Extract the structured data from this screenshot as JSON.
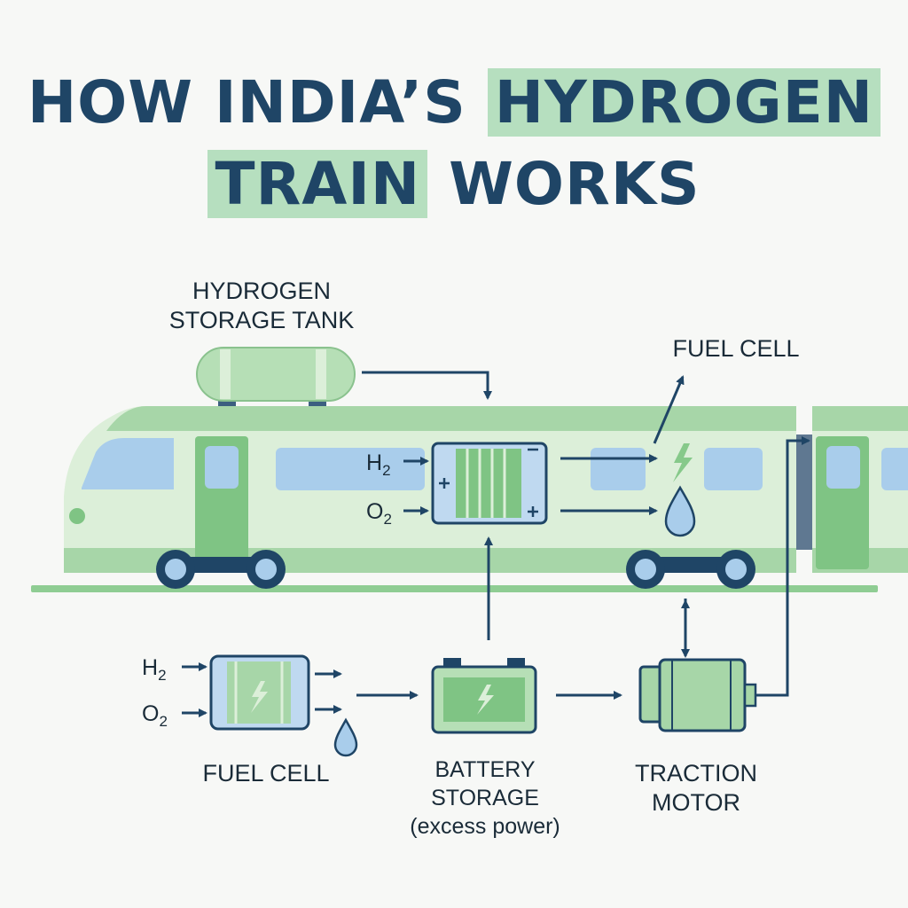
{
  "title": {
    "part1": "HOW INDIA’S ",
    "highlight1": "HYDROGEN",
    "highlight2": "TRAIN",
    "part2": " WORKS"
  },
  "labels": {
    "hydrogen_tank_line1": "HYDROGEN",
    "hydrogen_tank_line2": "STORAGE TANK",
    "fuel_cell_top": "FUEL CELL",
    "fuel_cell_bottom": "FUEL CELL",
    "battery_line1": "BATTERY",
    "battery_line2": "STORAGE",
    "battery_line3": "(excess power)",
    "motor_line1": "TRACTION",
    "motor_line2": "MOTOR"
  },
  "chemistry": {
    "hydrogen_symbol": "H",
    "hydrogen_subscript": "2",
    "oxygen_symbol": "O",
    "oxygen_subscript": "2"
  },
  "colors": {
    "navy": "#1f4566",
    "train_light": "#dcefd9",
    "train_mid": "#a7d6a8",
    "train_dark": "#7fc484",
    "window_blue": "#a9cdeb",
    "cell_blue": "#bfd9f0",
    "track": "#8fcd93"
  },
  "icons": [
    "lightning-icon",
    "water-drop-icon",
    "plus-icon",
    "minus-icon"
  ]
}
